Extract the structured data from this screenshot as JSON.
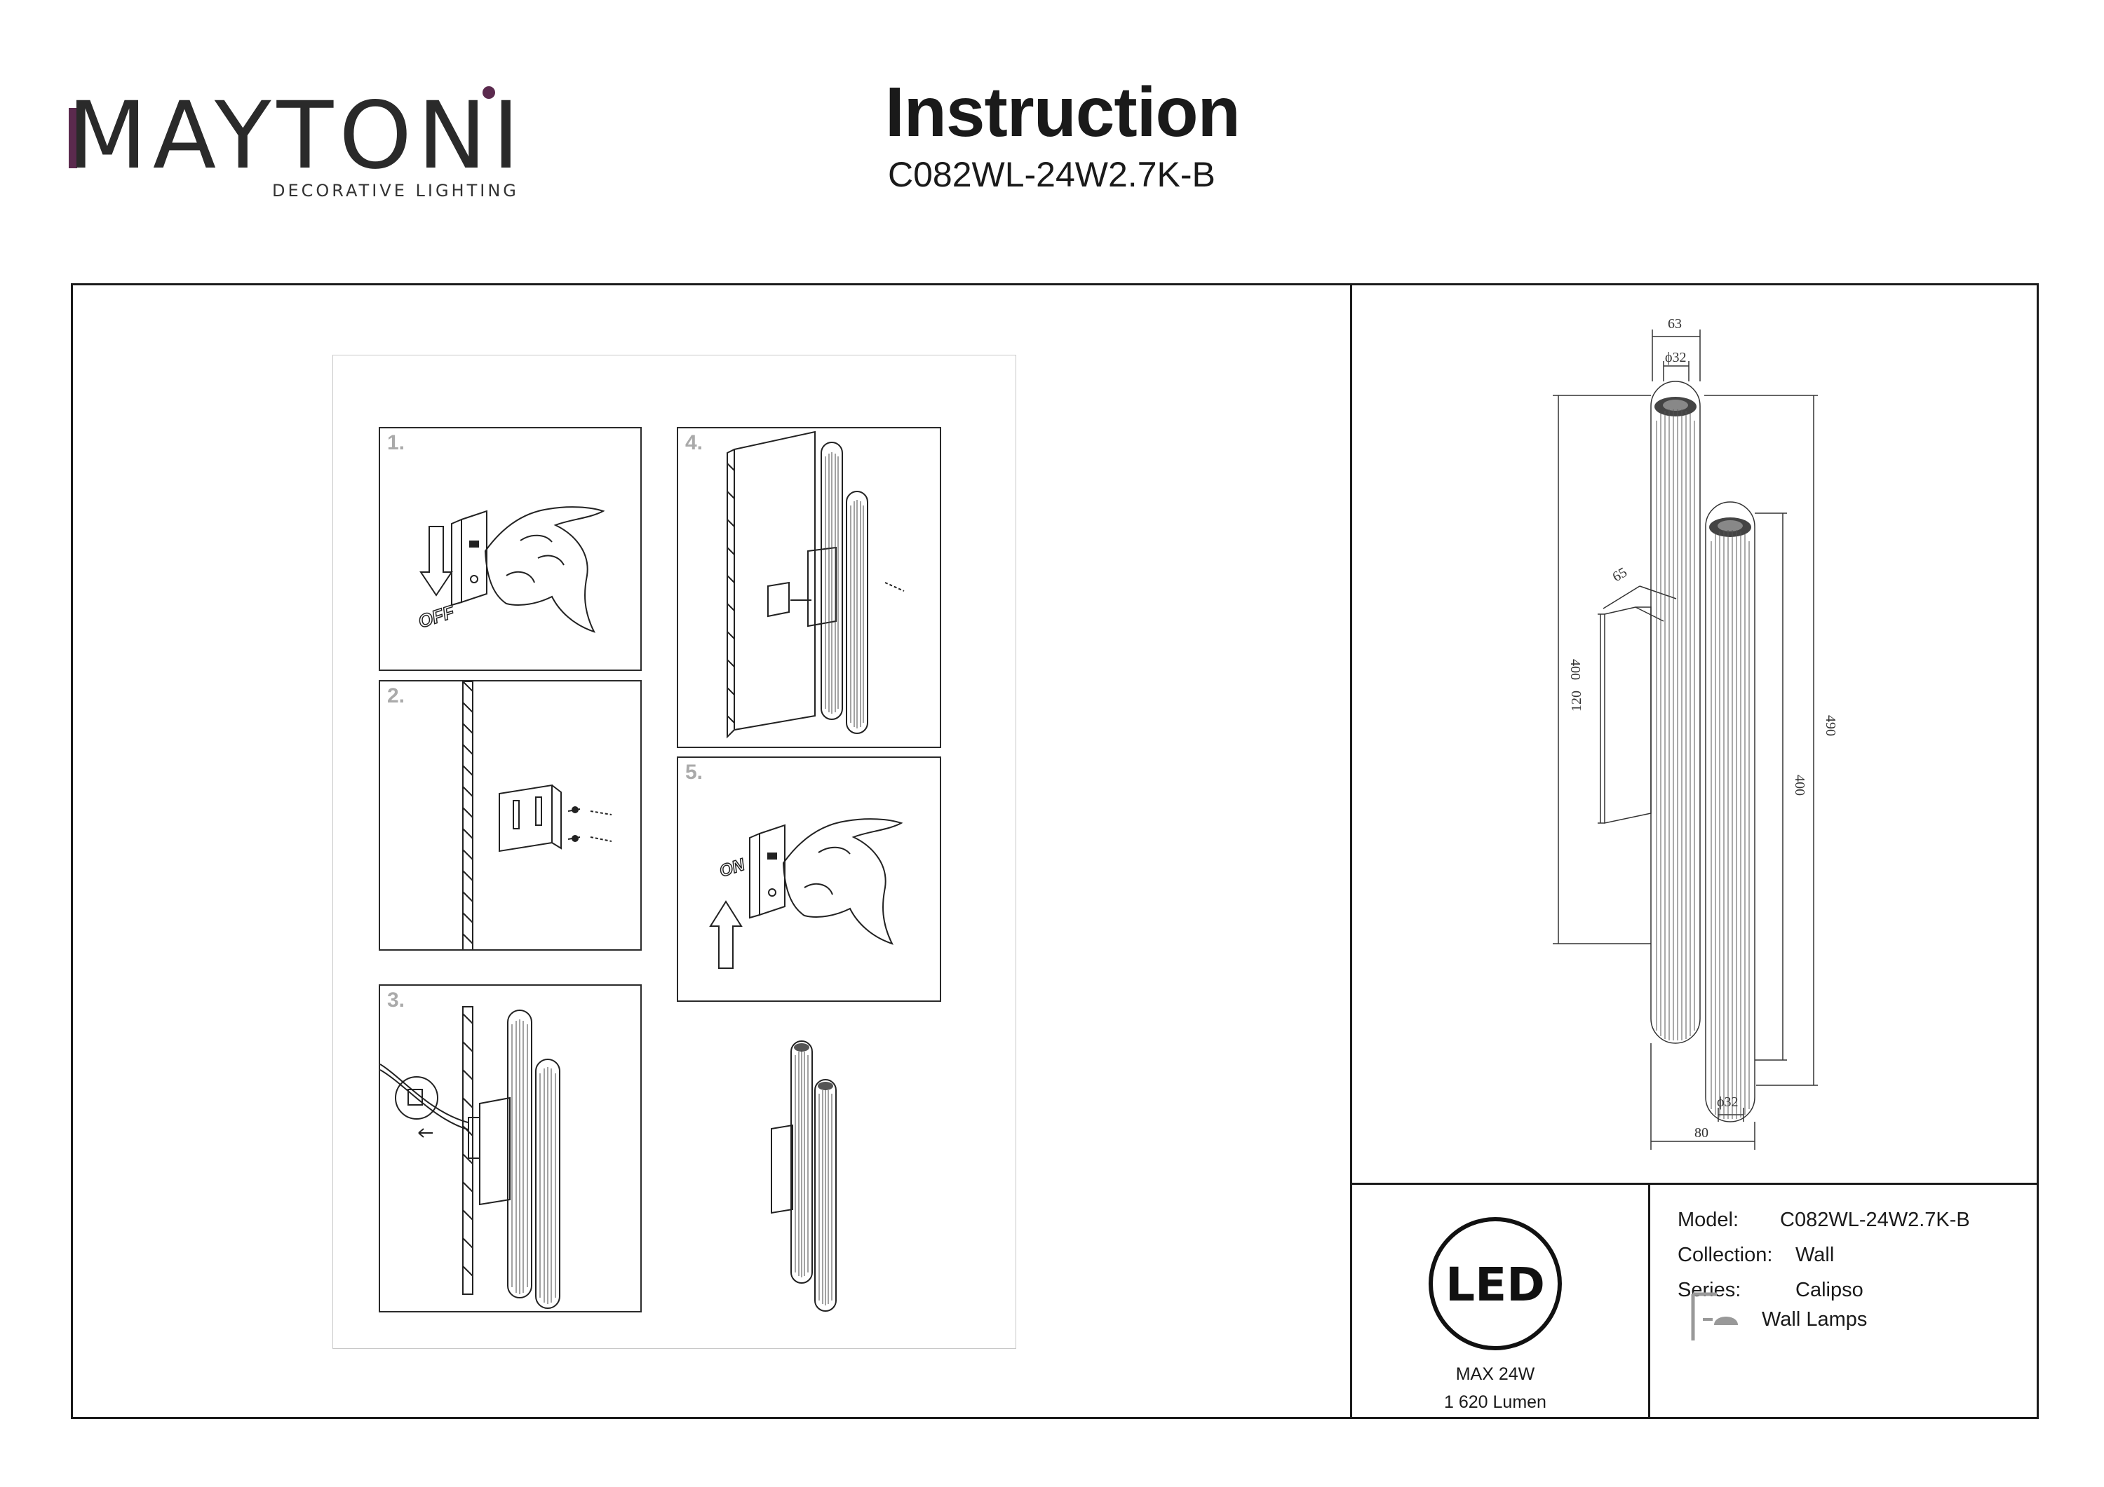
{
  "brand": {
    "name": "MAYTONI",
    "tagline": "DECORATIVE LIGHTING",
    "accent_color": "#5b2a4e"
  },
  "header": {
    "title": "Instruction",
    "model": "C082WL-24W2.7K-B"
  },
  "steps": [
    {
      "number": "1.",
      "switch_label": "OFF",
      "icon": "power-switch-off-icon"
    },
    {
      "number": "2.",
      "icon": "mounting-bracket-screws-icon"
    },
    {
      "number": "3.",
      "icon": "wire-connection-icon"
    },
    {
      "number": "4.",
      "icon": "attach-lamp-icon"
    },
    {
      "number": "5.",
      "switch_label": "ON",
      "icon": "power-switch-on-icon"
    }
  ],
  "dimensions": {
    "width_top": "63",
    "diameter_top": "ϕ32",
    "depth": "65",
    "height_left": "400",
    "base_height": "120",
    "height_total": "490",
    "height_right": "400",
    "diameter_bottom": "ϕ32",
    "width_bottom": "80"
  },
  "led": {
    "label": "LED",
    "max_power": "MAX 24W",
    "lumen": "1 620 Lumen"
  },
  "specs": {
    "model_label": "Model:",
    "model_value": "C082WL-24W2.7K-B",
    "collection_label": "Collection:",
    "collection_value": "Wall",
    "series_label": "Series:",
    "series_value": "Calipso",
    "type_value": "Wall Lamps"
  }
}
